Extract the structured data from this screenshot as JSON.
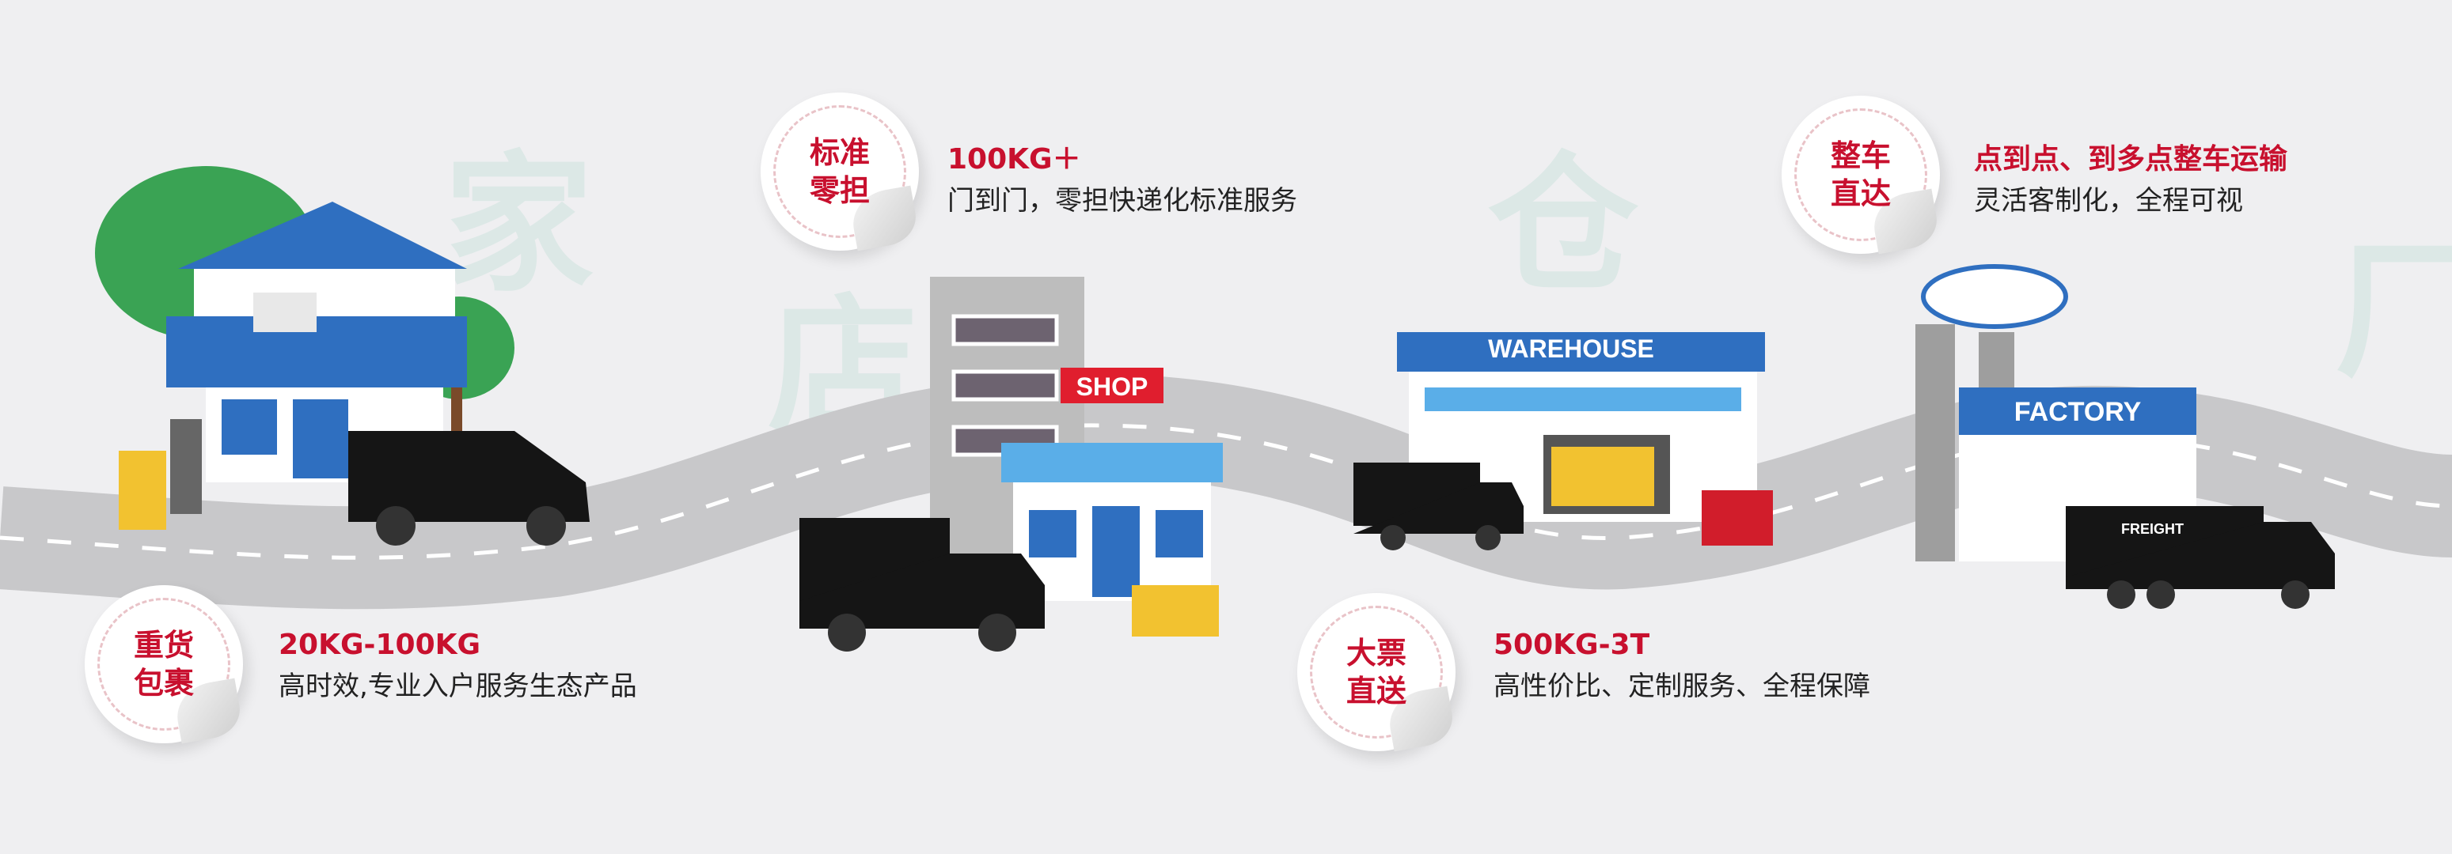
{
  "background_chars": [
    "家",
    "店",
    "仓",
    "厂"
  ],
  "sections": [
    {
      "badge": "重货包裹",
      "badge_lines": [
        "重货",
        "包裹"
      ],
      "heading": "20KG-100KG",
      "description": "高时效,专业入户服务生态产品"
    },
    {
      "badge": "标准零担",
      "badge_lines": [
        "标准",
        "零担"
      ],
      "heading": "100KG＋",
      "description": "门到门，零担快递化标准服务"
    },
    {
      "badge": "大票直送",
      "badge_lines": [
        "大票",
        "直送"
      ],
      "heading": "500KG-3T",
      "description": "高性价比、定制服务、全程保障"
    },
    {
      "badge": "整车直达",
      "badge_lines": [
        "整车",
        "直达"
      ],
      "heading": "点到点、到多点整车运输",
      "description": "灵活客制化，全程可视"
    }
  ],
  "signs": {
    "shop": "SHOP",
    "warehouse": "WAREHOUSE",
    "factory": "FACTORY",
    "truck": "FREIGHT"
  },
  "colors": {
    "accent": "#c8102e",
    "background": "#efeff1",
    "road": "#c8c8ca",
    "blue": "#2f6fc0"
  }
}
